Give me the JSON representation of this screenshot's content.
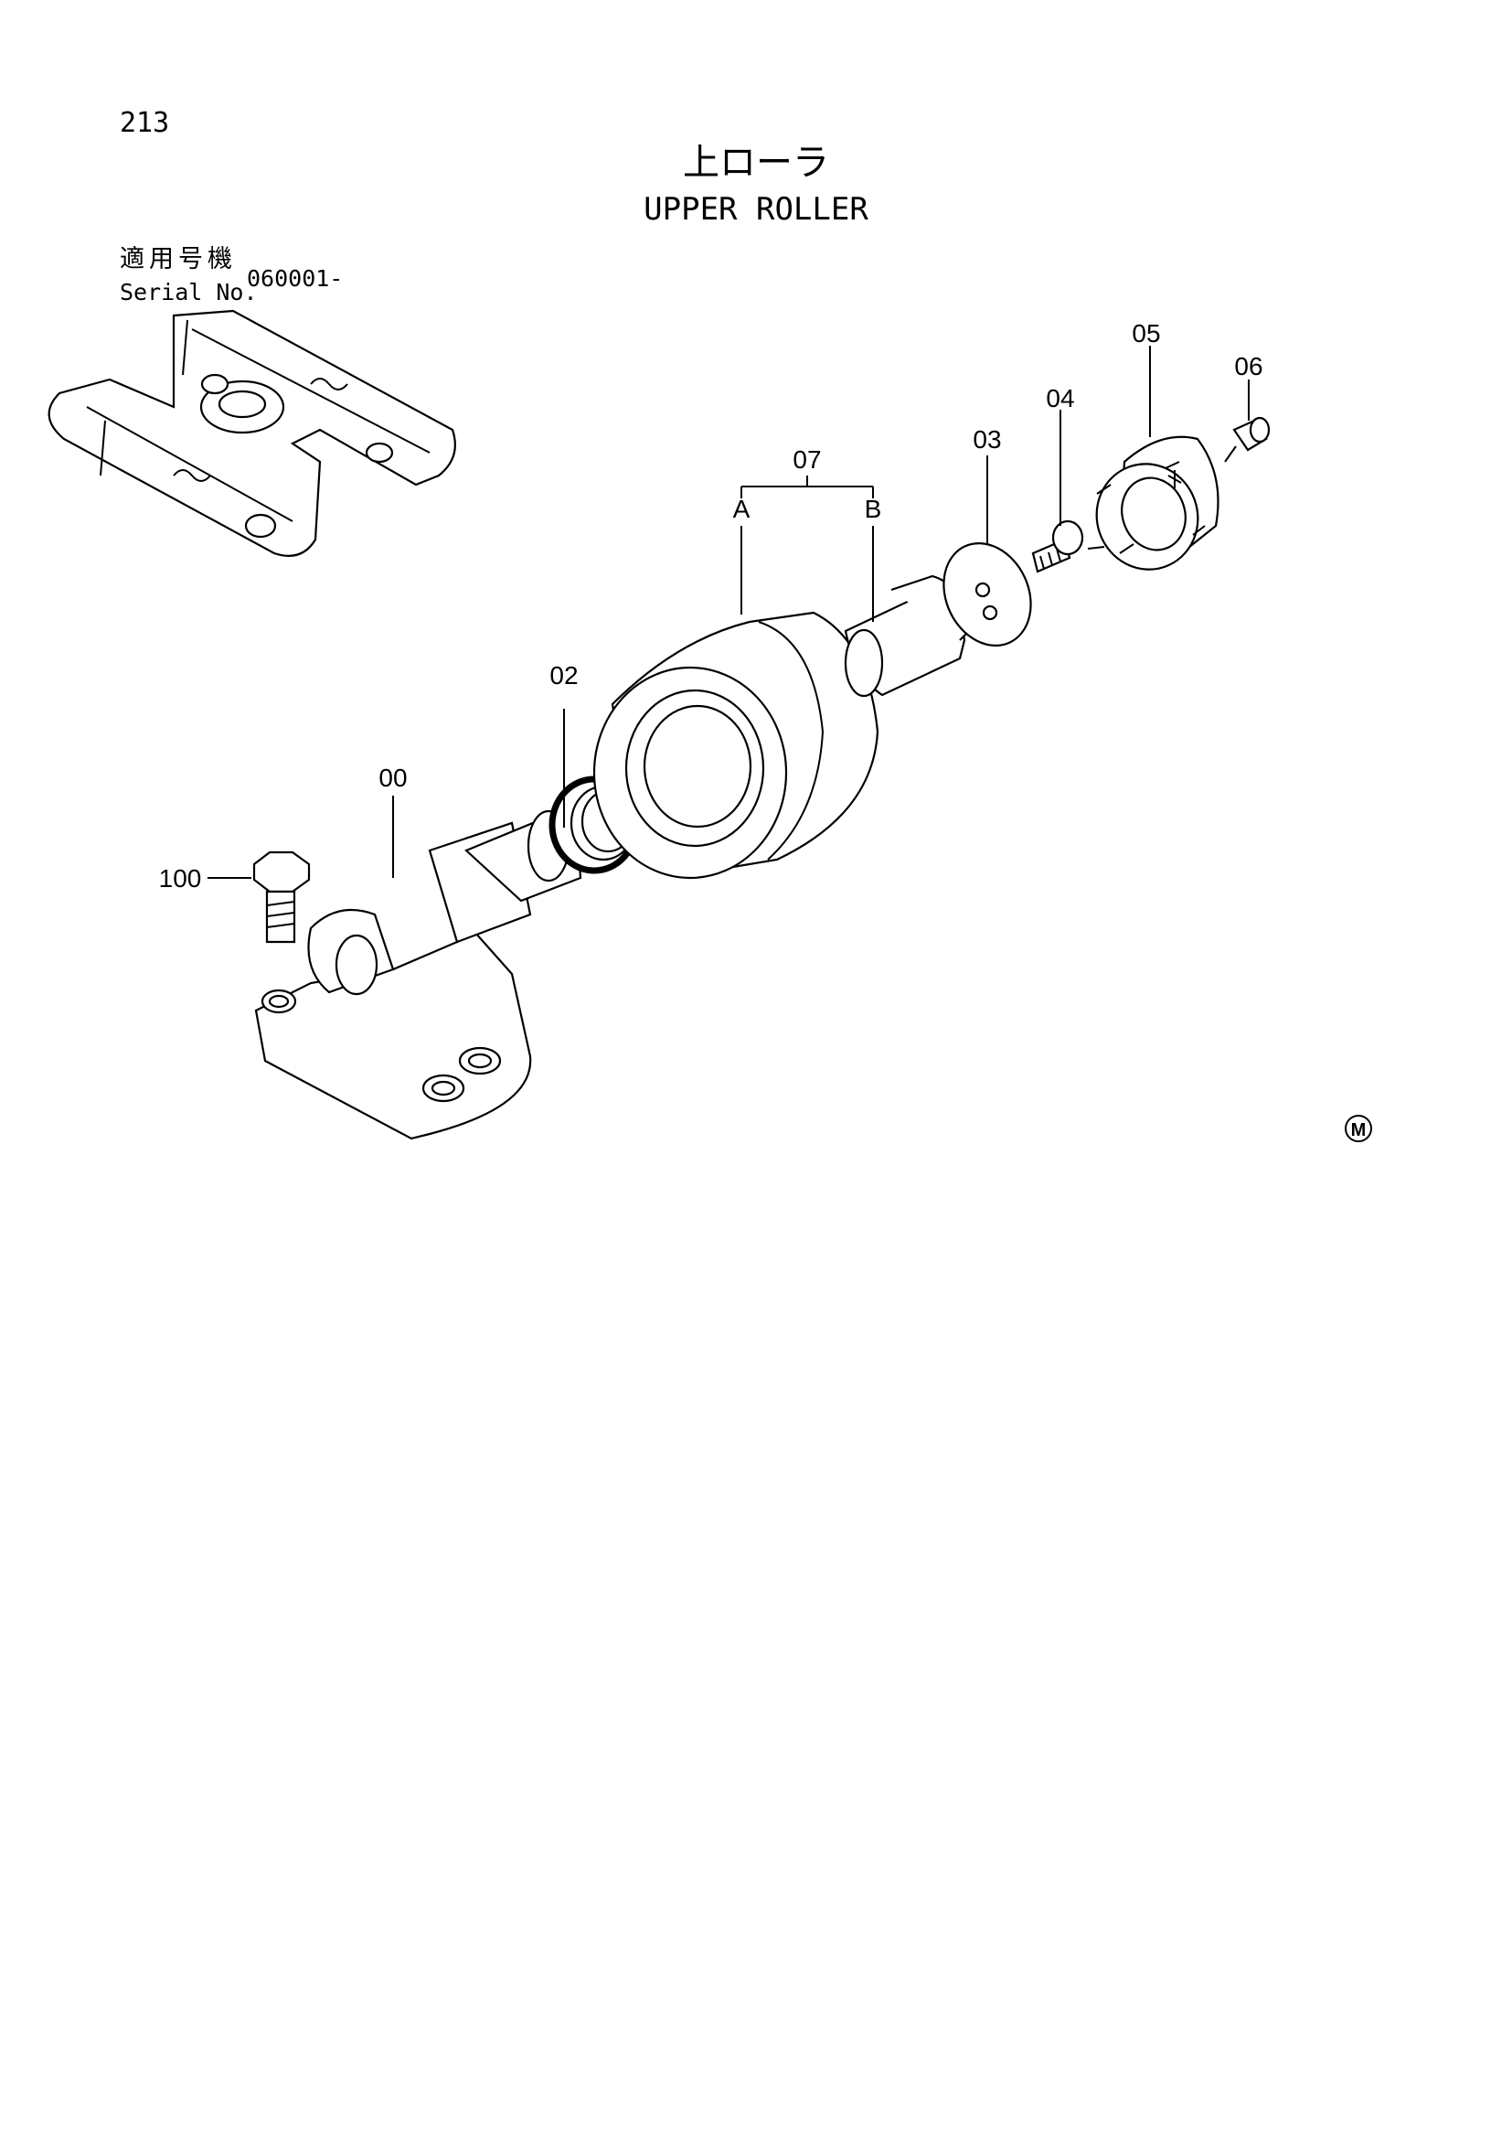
{
  "page": {
    "number": "213",
    "title_jp": "上ローラ",
    "title_en": "UPPER ROLLER"
  },
  "serial": {
    "label_jp": "適用号機",
    "label_en": "Serial No.",
    "value": "060001-"
  },
  "callouts": {
    "c00": "00",
    "c02": "02",
    "c03": "03",
    "c04": "04",
    "c05": "05",
    "c06": "06",
    "c07": "07",
    "c07a": "A",
    "c07b": "B",
    "c100": "100"
  },
  "mark": "M"
}
